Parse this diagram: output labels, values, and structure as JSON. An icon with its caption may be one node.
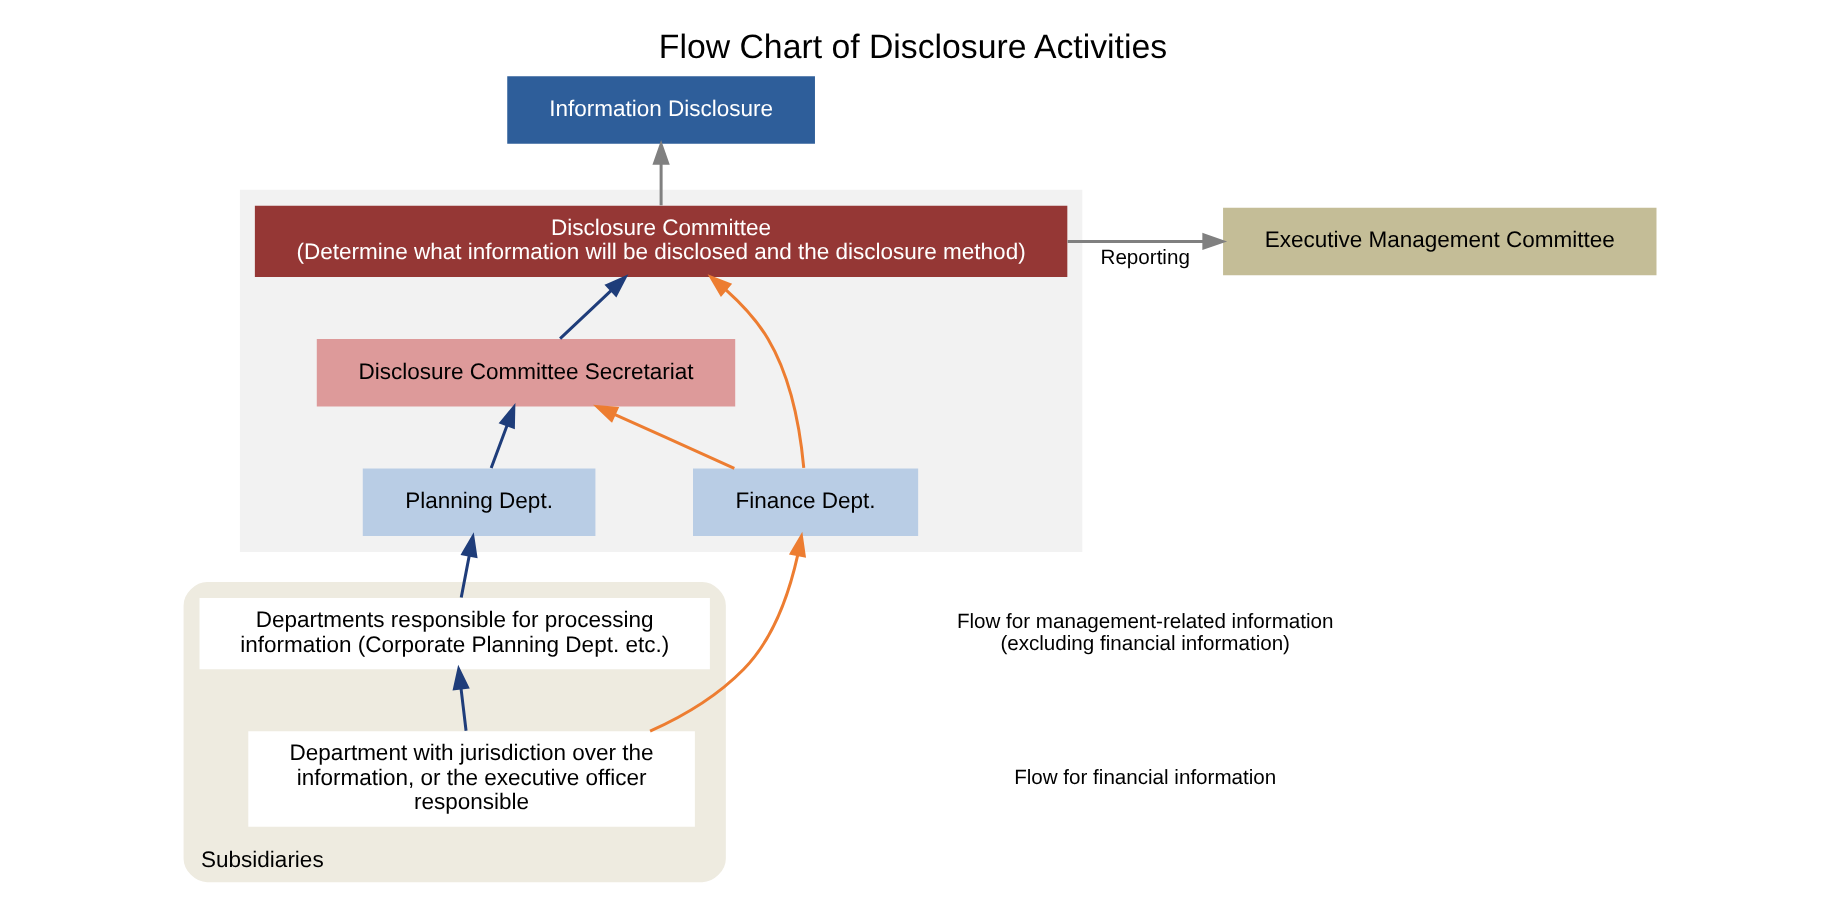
{
  "diagram": {
    "title": "Flow Chart of Disclosure Activities",
    "nodes": [
      {
        "text": [
          "Information Disclosure"
        ]
      },
      {
        "text": [],
        "shape": "box"
      },
      {
        "text": [
          "Disclosure Committee",
          "(Determine what information will be disclosed and the disclosure method)"
        ],
        "in": 1
      },
      {
        "text": [
          "Disclosure Committee Secretariat"
        ],
        "in": 1
      },
      {
        "text": [
          "Planning Dept."
        ],
        "in": 1
      },
      {
        "text": [
          "Finance Dept."
        ],
        "in": 1
      },
      {
        "text": [
          "Executive Management Committee"
        ]
      },
      {
        "text": [
          "Subsidiaries"
        ]
      },
      {
        "text": [
          "Departments responsible for processing information (Corporate Planning Dept. etc.)"
        ],
        "in": 7
      },
      {
        "text": [
          "Department with jurisdiction over the information, or the executive officer responsible"
        ],
        "in": 7
      }
    ],
    "edges": [
      {
        "from": 2,
        "to": 0,
        "arrow": "to",
        "color": "#808080"
      },
      {
        "from": 2,
        "to": 6,
        "arrow": "to",
        "label": "Reporting",
        "color": "#808080"
      },
      {
        "from": 3,
        "to": 2,
        "arrow": "to"
      },
      {
        "from": 4,
        "to": 3,
        "arrow": "to"
      },
      {
        "from": 5,
        "to": 3,
        "arrow": "to",
        "color": "#ed7d31"
      },
      {
        "from": 5,
        "to": 2,
        "arrow": "to",
        "color": "#ed7d31"
      },
      {
        "from": 8,
        "to": 4,
        "arrow": "to"
      },
      {
        "from": 9,
        "to": 8,
        "arrow": "to"
      },
      {
        "from": 9,
        "to": 5,
        "arrow": "to",
        "color": "#ed7d31"
      }
    ],
    "legend": [
      {
        "text": "Flow for management-related information (excluding financial information)"
      },
      {
        "text": "Flow for financial information"
      }
    ]
  }
}
